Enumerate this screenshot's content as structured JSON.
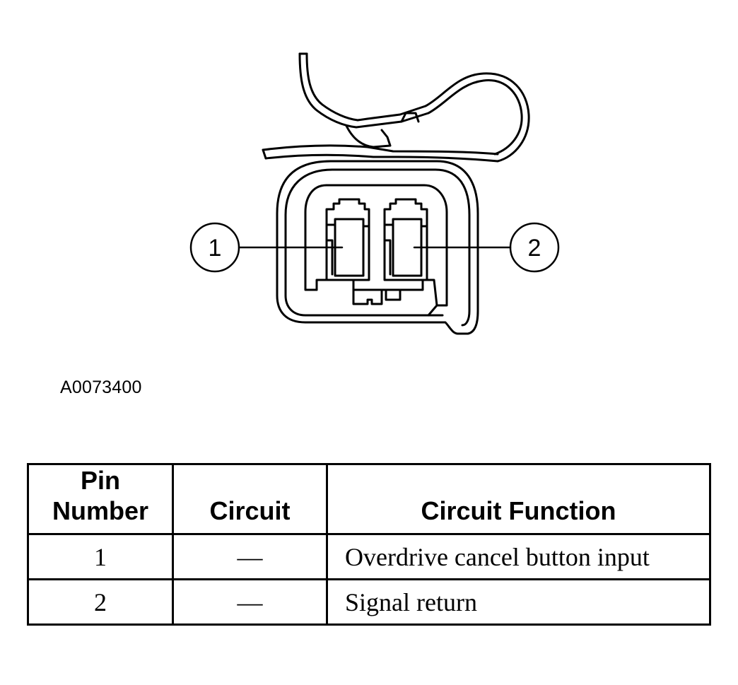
{
  "diagram": {
    "callouts": [
      "1",
      "2"
    ],
    "figure_id": "A0073400"
  },
  "table": {
    "headers": {
      "pin_number_line1": "Pin",
      "pin_number_line2": "Number",
      "circuit": "Circuit",
      "circuit_function": "Circuit Function"
    },
    "rows": [
      {
        "pin": "1",
        "circuit": "—",
        "function": "Overdrive cancel button input"
      },
      {
        "pin": "2",
        "circuit": "—",
        "function": "Signal return"
      }
    ]
  }
}
